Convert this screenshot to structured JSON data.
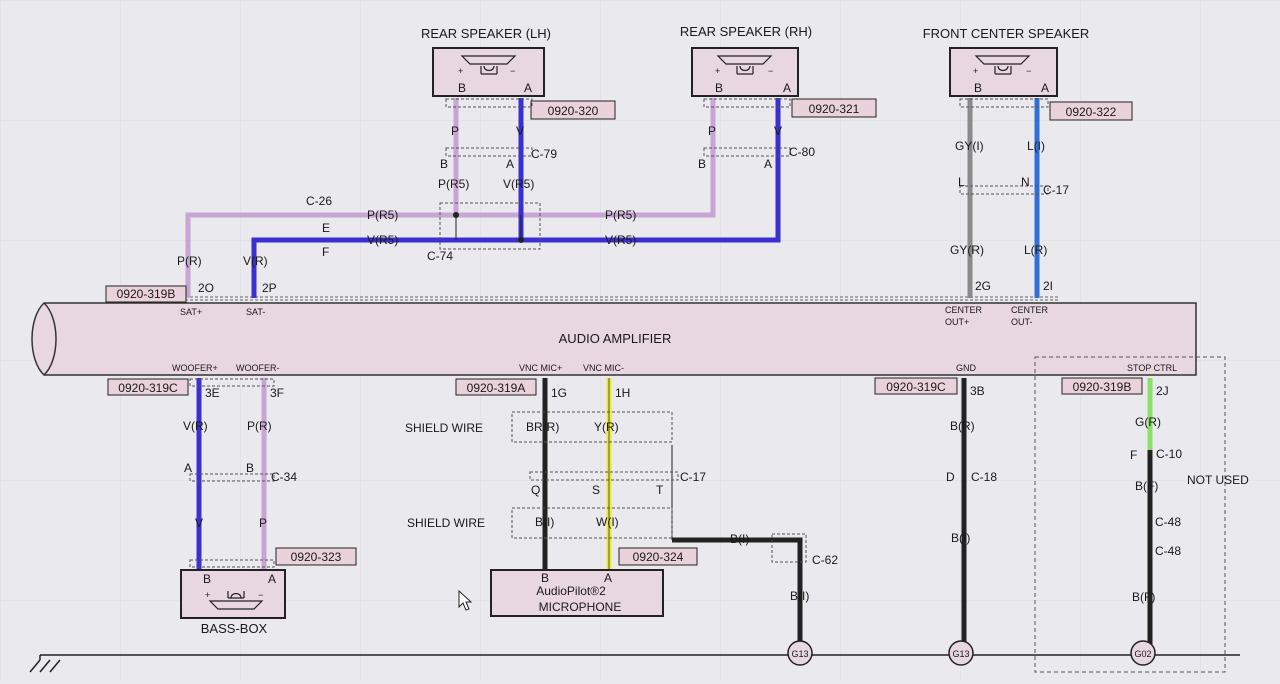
{
  "colors": {
    "pink": "#c9a5d6",
    "violet": "#3a2fd0",
    "gray": "#8a8a8a",
    "blue": "#2f6fd6",
    "black": "#222222",
    "yellow": "#ecec2a",
    "green": "#8be06a",
    "amp_fill": "#e8d6e0",
    "tag_fill": "#ead2da",
    "screen_bg": "#ededf1"
  },
  "components": {
    "rear_lh": {
      "title": "REAR SPEAKER (LH)",
      "pin_b": "B",
      "pin_a": "A",
      "plus": "+",
      "minus": "−",
      "tag": "0920-320"
    },
    "rear_rh": {
      "title": "REAR SPEAKER (RH)",
      "pin_b": "B",
      "pin_a": "A",
      "plus": "+",
      "minus": "−",
      "tag": "0920-321"
    },
    "front_center": {
      "title": "FRONT CENTER SPEAKER",
      "pin_b": "B",
      "pin_a": "A",
      "plus": "+",
      "minus": "−",
      "tag": "0920-322"
    },
    "amplifier": {
      "title": "AUDIO AMPLIFIER"
    },
    "bass_box": {
      "title": "BASS-BOX",
      "pin_b": "B",
      "pin_a": "A",
      "plus": "+",
      "minus": "−",
      "tag": "0920-323"
    },
    "microphone": {
      "line1": "AudioPilot®2",
      "line2": "MICROPHONE",
      "pin_b": "B",
      "pin_a": "A",
      "tag": "0920-324"
    }
  },
  "amp_pins": {
    "sat_plus": "SAT+",
    "sat_minus": "SAT-",
    "center_plus_1": "CENTER",
    "center_plus_2": "OUT+",
    "center_minus_1": "CENTER",
    "center_minus_2": "OUT-",
    "woofer_plus": "WOOFER+",
    "woofer_minus": "WOOFER-",
    "vnc_plus": "VNC MIC+",
    "vnc_minus": "VNC MIC-",
    "gnd": "GND",
    "stop_ctrl": "STOP CTRL"
  },
  "amp_tags": {
    "top_left": "0920-319B",
    "woofer": "0920-319C",
    "vnc": "0920-319A",
    "gnd": "0920-319C",
    "stop": "0920-319B"
  },
  "pin_numbers": {
    "p2o": "2O",
    "p2p": "2P",
    "p2g": "2G",
    "p2i": "2I",
    "p3e": "3E",
    "p3f": "3F",
    "p1g": "1G",
    "p1h": "1H",
    "p3b": "3B",
    "p2j": "2J"
  },
  "connectors": {
    "c26": "C-26",
    "c74": "C-74",
    "c79": "C-79",
    "c80": "C-80",
    "c17": "C-17",
    "c34": "C-34",
    "c18": "C-18",
    "c10": "C-10",
    "c48a": "C-48",
    "c48b": "C-48",
    "c62": "C-62",
    "c17b": "C-17"
  },
  "conn_pins": {
    "c26_e": "E",
    "c26_f": "F",
    "c79_b": "B",
    "c79_a": "A",
    "c80_b": "B",
    "c80_a": "A",
    "c17_l": "L",
    "c17_n": "N",
    "c34_a": "A",
    "c34_b": "B",
    "mic_q": "Q",
    "mic_s": "S",
    "mic_t": "T",
    "c18_d": "D",
    "c10_f": "F"
  },
  "wire_labels": {
    "pr": "P(R)",
    "vr": "V(R)",
    "pr5_top": "P(R5)",
    "vr5_top": "V(R5)",
    "pr5_left": "P(R5)",
    "vr5_left": "V(R5)",
    "pr5_right": "P(R5)",
    "vr5_right": "V(R5)",
    "p_lh": "P",
    "v_lh": "V",
    "p_rh": "P",
    "v_rh": "V",
    "gyi": "GY(I)",
    "li": "L(I)",
    "gyr": "GY(R)",
    "lr": "L(R)",
    "woofer_vr": "V(R)",
    "woofer_pr": "P(R)",
    "woofer_v": "V",
    "woofer_p": "P",
    "brr": "BR(R)",
    "yr": "Y(R)",
    "bi_mic": "B(I)",
    "wi": "W(I)",
    "bi_branch": "B(I)",
    "bi_g13a": "B(I)",
    "br_gnd": "B(R)",
    "bi_gnd": "B(I)",
    "gr": "G(R)",
    "bf1": "B(F)",
    "bf2": "B(F)"
  },
  "shield": {
    "top": "SHIELD WIRE",
    "bottom": "SHIELD WIRE"
  },
  "grounds": {
    "g13a": "G13",
    "g13b": "G13",
    "g02": "G02"
  },
  "not_used": "NOT USED"
}
